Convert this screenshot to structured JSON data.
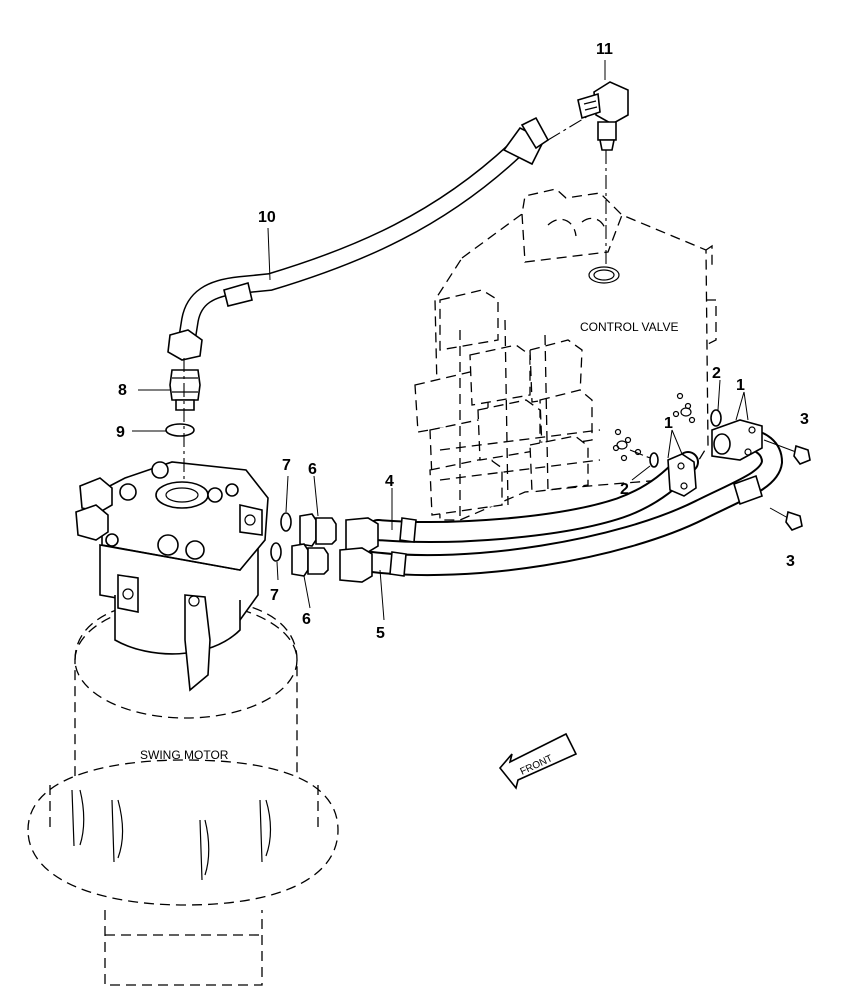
{
  "callouts": {
    "c1a": "1",
    "c1b": "1",
    "c2a": "2",
    "c2b": "2",
    "c3a": "3",
    "c3b": "3",
    "c4": "4",
    "c5": "5",
    "c6a": "6",
    "c6b": "6",
    "c7a": "7",
    "c7b": "7",
    "c8": "8",
    "c9": "9",
    "c10": "10",
    "c11": "11"
  },
  "labels": {
    "control_valve": "CONTROL VALVE",
    "swing_motor": "SWING MOTOR",
    "front": "FRONT"
  }
}
